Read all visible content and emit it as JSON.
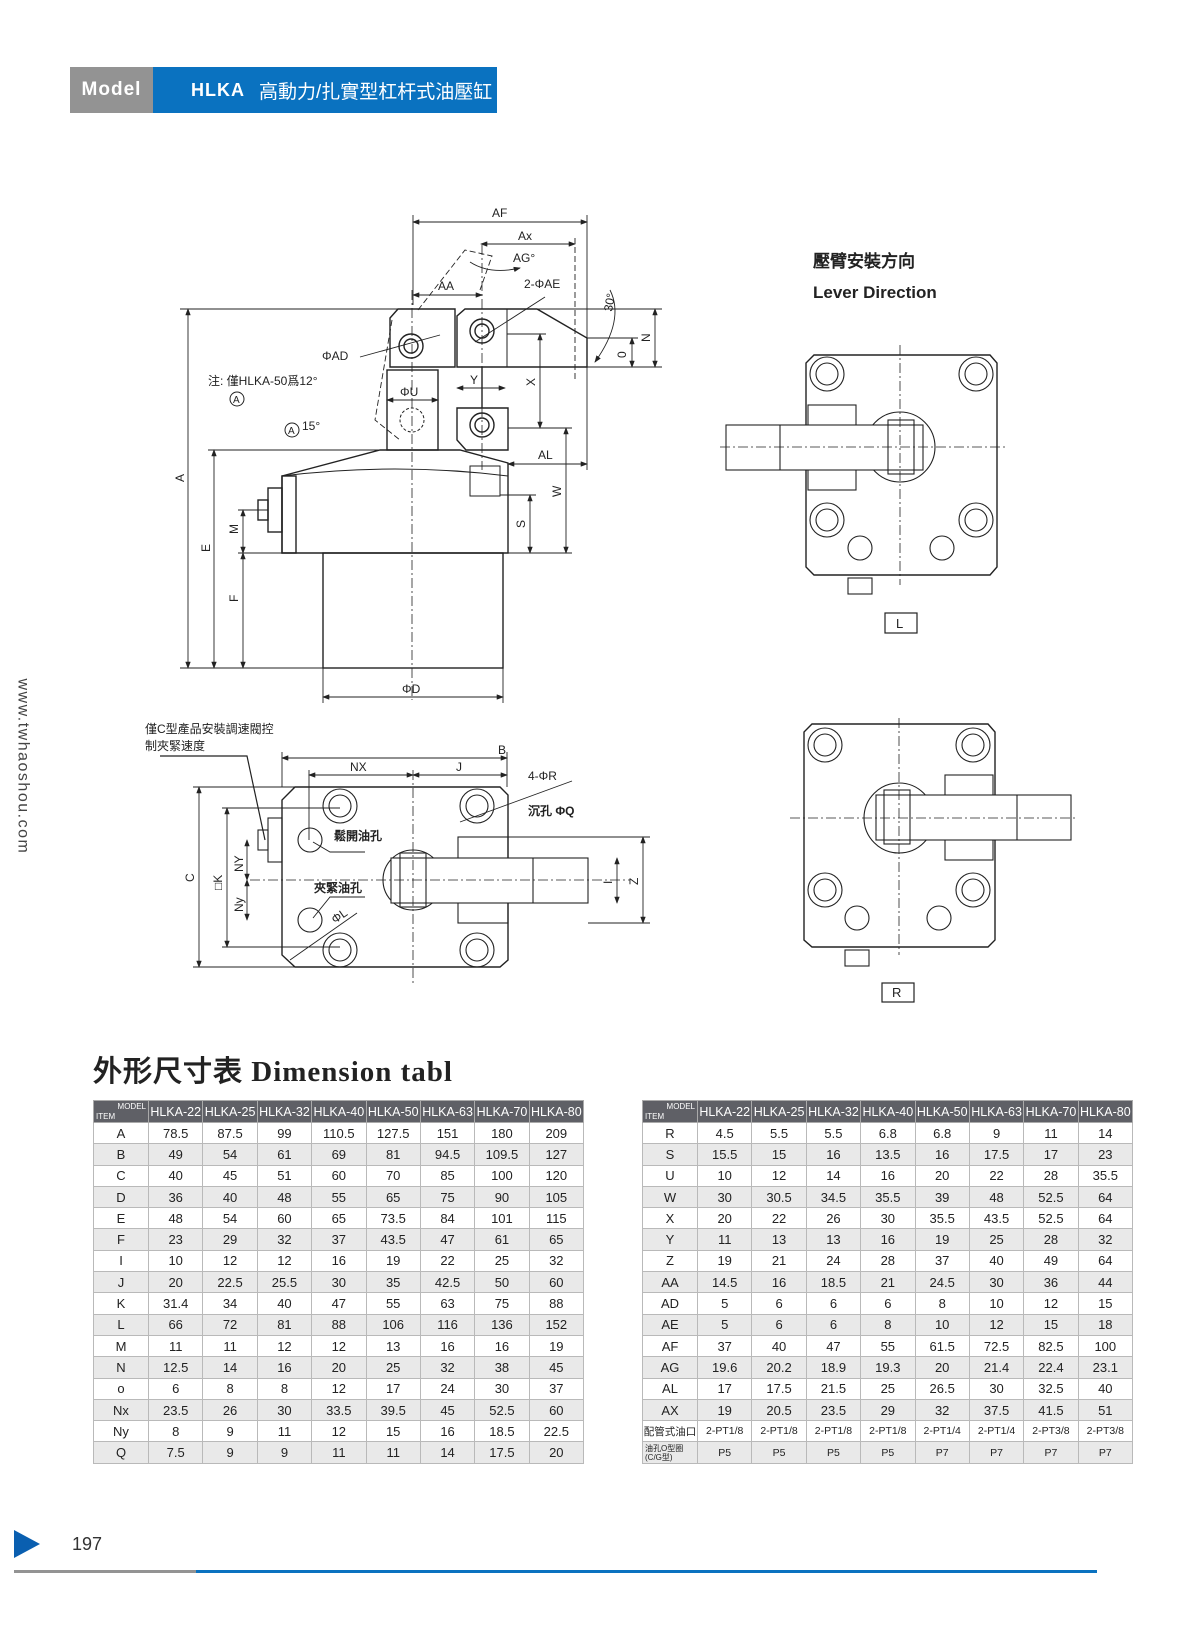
{
  "header": {
    "model_label": "Model",
    "code": "HLKA",
    "product_name": "高動力/扎實型杠杆式油壓缸"
  },
  "side_url": "www.twhaoshou.com",
  "drawing_main": {
    "labels": {
      "AF": "AF",
      "Ax": "Ax",
      "AG": "AG°",
      "AA": "AA",
      "AE": "2-ΦAE",
      "AD": "ΦAD",
      "deg30": "30°",
      "N": "N",
      "O": "0",
      "X": "X",
      "Y": "Y",
      "U": "ΦU",
      "AL": "AL",
      "W": "W",
      "S": "S",
      "A": "A",
      "E": "E",
      "M": "M",
      "F": "F",
      "D": "ΦD",
      "deg15": "15°",
      "circleA": "A",
      "circleA2": "A"
    },
    "note": "注:  僅HLKA-50爲12°"
  },
  "drawing_bottom": {
    "note_line1": "僅C型產品安裝調速閥控",
    "note_line2": "制夾緊速度",
    "labels": {
      "B": "B",
      "NX": "NX",
      "J": "J",
      "R": "4-ΦR",
      "Q": "沉孔 ΦQ",
      "release": "鬆開油孔",
      "clamp": "夾緊油孔",
      "L": "ΦL",
      "C": "C",
      "K": "□K",
      "NY": "NY",
      "Ny": "Ny",
      "I": "I",
      "Z": "Z"
    }
  },
  "lever_direction": {
    "title_cn": "壓臂安裝方向",
    "title_en": "Lever Direction",
    "left_tag": "L",
    "right_tag": "R"
  },
  "section_title": "外形尺寸表 Dimension tabl",
  "table_header": {
    "corner_model": "MODEL",
    "corner_item": "ITEM",
    "models": [
      "HLKA-22",
      "HLKA-25",
      "HLKA-32",
      "HLKA-40",
      "HLKA-50",
      "HLKA-63",
      "HLKA-70",
      "HLKA-80"
    ]
  },
  "table_left": [
    {
      "item": "A",
      "values": [
        "78.5",
        "87.5",
        "99",
        "110.5",
        "127.5",
        "151",
        "180",
        "209"
      ]
    },
    {
      "item": "B",
      "values": [
        "49",
        "54",
        "61",
        "69",
        "81",
        "94.5",
        "109.5",
        "127"
      ]
    },
    {
      "item": "C",
      "values": [
        "40",
        "45",
        "51",
        "60",
        "70",
        "85",
        "100",
        "120"
      ]
    },
    {
      "item": "D",
      "values": [
        "36",
        "40",
        "48",
        "55",
        "65",
        "75",
        "90",
        "105"
      ]
    },
    {
      "item": "E",
      "values": [
        "48",
        "54",
        "60",
        "65",
        "73.5",
        "84",
        "101",
        "115"
      ]
    },
    {
      "item": "F",
      "values": [
        "23",
        "29",
        "32",
        "37",
        "43.5",
        "47",
        "61",
        "65"
      ]
    },
    {
      "item": "I",
      "values": [
        "10",
        "12",
        "12",
        "16",
        "19",
        "22",
        "25",
        "32"
      ]
    },
    {
      "item": "J",
      "values": [
        "20",
        "22.5",
        "25.5",
        "30",
        "35",
        "42.5",
        "50",
        "60"
      ]
    },
    {
      "item": "K",
      "values": [
        "31.4",
        "34",
        "40",
        "47",
        "55",
        "63",
        "75",
        "88"
      ]
    },
    {
      "item": "L",
      "values": [
        "66",
        "72",
        "81",
        "88",
        "106",
        "116",
        "136",
        "152"
      ]
    },
    {
      "item": "M",
      "values": [
        "11",
        "11",
        "12",
        "12",
        "13",
        "16",
        "16",
        "19"
      ]
    },
    {
      "item": "N",
      "values": [
        "12.5",
        "14",
        "16",
        "20",
        "25",
        "32",
        "38",
        "45"
      ]
    },
    {
      "item": "o",
      "values": [
        "6",
        "8",
        "8",
        "12",
        "17",
        "24",
        "30",
        "37"
      ]
    },
    {
      "item": "Nx",
      "values": [
        "23.5",
        "26",
        "30",
        "33.5",
        "39.5",
        "45",
        "52.5",
        "60"
      ]
    },
    {
      "item": "Ny",
      "values": [
        "8",
        "9",
        "11",
        "12",
        "15",
        "16",
        "18.5",
        "22.5"
      ]
    },
    {
      "item": "Q",
      "values": [
        "7.5",
        "9",
        "9",
        "11",
        "11",
        "14",
        "17.5",
        "20"
      ]
    }
  ],
  "table_right": [
    {
      "item": "R",
      "values": [
        "4.5",
        "5.5",
        "5.5",
        "6.8",
        "6.8",
        "9",
        "11",
        "14"
      ]
    },
    {
      "item": "S",
      "values": [
        "15.5",
        "15",
        "16",
        "13.5",
        "16",
        "17.5",
        "17",
        "23"
      ]
    },
    {
      "item": "U",
      "values": [
        "10",
        "12",
        "14",
        "16",
        "20",
        "22",
        "28",
        "35.5"
      ]
    },
    {
      "item": "W",
      "values": [
        "30",
        "30.5",
        "34.5",
        "35.5",
        "39",
        "48",
        "52.5",
        "64"
      ]
    },
    {
      "item": "X",
      "values": [
        "20",
        "22",
        "26",
        "30",
        "35.5",
        "43.5",
        "52.5",
        "64"
      ]
    },
    {
      "item": "Y",
      "values": [
        "11",
        "13",
        "13",
        "16",
        "19",
        "25",
        "28",
        "32"
      ]
    },
    {
      "item": "Z",
      "values": [
        "19",
        "21",
        "24",
        "28",
        "37",
        "40",
        "49",
        "64"
      ]
    },
    {
      "item": "AA",
      "values": [
        "14.5",
        "16",
        "18.5",
        "21",
        "24.5",
        "30",
        "36",
        "44"
      ]
    },
    {
      "item": "AD",
      "values": [
        "5",
        "6",
        "6",
        "6",
        "8",
        "10",
        "12",
        "15"
      ]
    },
    {
      "item": "AE",
      "values": [
        "5",
        "6",
        "6",
        "8",
        "10",
        "12",
        "15",
        "18"
      ]
    },
    {
      "item": "AF",
      "values": [
        "37",
        "40",
        "47",
        "55",
        "61.5",
        "72.5",
        "82.5",
        "100"
      ]
    },
    {
      "item": "AG",
      "values": [
        "19.6",
        "20.2",
        "18.9",
        "19.3",
        "20",
        "21.4",
        "22.4",
        "23.1"
      ]
    },
    {
      "item": "AL",
      "values": [
        "17",
        "17.5",
        "21.5",
        "25",
        "26.5",
        "30",
        "32.5",
        "40"
      ]
    },
    {
      "item": "AX",
      "values": [
        "19",
        "20.5",
        "23.5",
        "29",
        "32",
        "37.5",
        "41.5",
        "51"
      ]
    },
    {
      "item": "配管式油口",
      "values": [
        "2-PT1/8",
        "2-PT1/8",
        "2-PT1/8",
        "2-PT1/8",
        "2-PT1/4",
        "2-PT1/4",
        "2-PT3/8",
        "2-PT3/8"
      ]
    },
    {
      "item": "油孔O型圈(C/G型)",
      "values": [
        "P5",
        "P5",
        "P5",
        "P5",
        "P7",
        "P7",
        "P7",
        "P7"
      ]
    }
  ],
  "footer": {
    "page_number": "197"
  },
  "colors": {
    "brand_blue": "#0a72c0",
    "header_gray": "#939393",
    "table_header": "#5f6066"
  }
}
